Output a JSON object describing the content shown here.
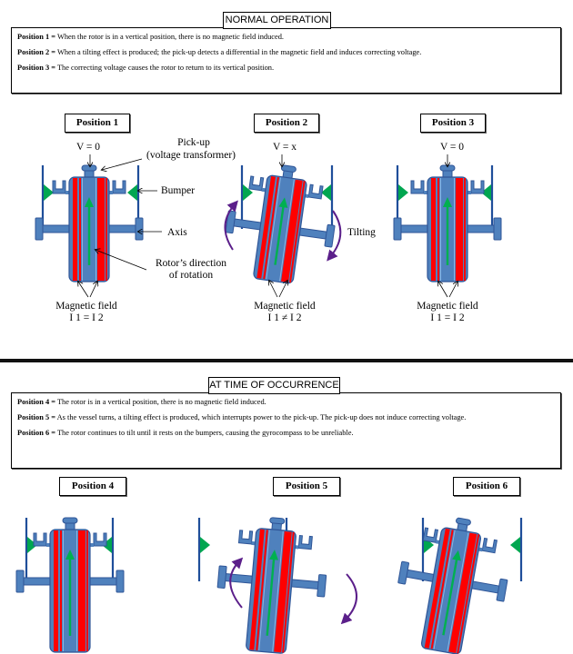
{
  "normal_operation": {
    "title": "NORMAL OPERATION",
    "descriptions": [
      {
        "label": "Position 1 =",
        "text": " When the rotor is in a vertical position, there is no magnetic field induced."
      },
      {
        "label": "Position 2 =",
        "text": " When a tilting effect is produced; the pick-up detects a differential in the magnetic field and induces correcting voltage."
      },
      {
        "label": "Position 3 =",
        "text": " The correcting voltage causes the rotor to return to its vertical position."
      }
    ],
    "positions": [
      {
        "label": "Position 1",
        "voltage": "V = 0",
        "field_label": "Magnetic field",
        "field_relation": "I 1 = I 2",
        "tilt_deg": 0
      },
      {
        "label": "Position 2",
        "voltage": "V =  x",
        "field_label": "Magnetic field",
        "field_relation": "I 1 ≠ I 2",
        "tilt_deg": 8
      },
      {
        "label": "Position 3",
        "voltage": "V = 0",
        "field_label": "Magnetic field",
        "field_relation": "I 1 = I 2",
        "tilt_deg": 0
      }
    ],
    "annotations": {
      "pickup": "Pick-up",
      "pickup_sub": "(voltage transformer)",
      "bumper": "Bumper",
      "axis": "Axis",
      "rotation": "Rotor’s direction",
      "rotation_sub": "of rotation",
      "tilting": "Tilting"
    }
  },
  "occurrence": {
    "title": "AT TIME OF OCCURRENCE",
    "descriptions": [
      {
        "label": "Position 4 =",
        "text": " The rotor is in a vertical position, there is no magnetic field induced."
      },
      {
        "label": "Position 5 =",
        "text": " As the vessel turns, a tilting effect is produced, which interrupts power to the pick-up. The pick-up does not induce correcting voltage."
      },
      {
        "label": "Position 6 =",
        "text": " The rotor continues to tilt until it rests on the bumpers, causing the gyrocompass to be unreliable."
      }
    ],
    "positions": [
      {
        "label": "Position 4",
        "tilt_deg": 0
      },
      {
        "label": "Position 5",
        "tilt_deg": 5
      },
      {
        "label": "Position 6",
        "tilt_deg": 10
      }
    ]
  },
  "colors": {
    "rotor_body": "#4f81bd",
    "rotor_outline": "#2f5597",
    "rotor_stripe": "#ff0000",
    "rotor_light_stripe": "#8db4e2",
    "bumper_line": "#1f4e9a",
    "bumper_arrow": "#00a650",
    "rotation_arrow": "#00b050",
    "tilt_arrow": "#5b1f8a"
  }
}
